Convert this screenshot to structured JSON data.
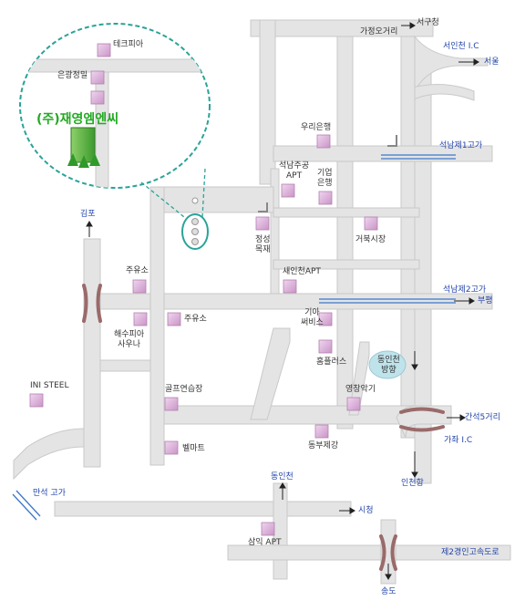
{
  "title": "(주)재영엠엔씨",
  "colors": {
    "road": "#e4e4e4",
    "road_edge": "#c8c8c8",
    "block_pink": "#dcaed9",
    "accent_teal": "#2aa398",
    "bridge": "#9a6a6a",
    "rail_blue": "#3b78c9",
    "label_blue": "#2244aa"
  },
  "labels": {
    "direction": {
      "gasan": "가정오거리",
      "seogu": "서구청",
      "seoin_ic": "서인천 I.C",
      "seoul": "서울",
      "seongnam1": "석남제1고가",
      "seongnam2": "석남제2고가",
      "bupyeong": "부평",
      "gimpo": "김포",
      "ganseok": "간석5거리",
      "gajwa_ic": "가좌 I.C",
      "incheonhang": "인천항",
      "dongincheon": "동인천",
      "sicheong": "시청",
      "expressway2": "제2경인고속도로",
      "songdo": "송도",
      "manseok": "만석 고가"
    },
    "places": {
      "techpia": "테크피아",
      "eungwang": "은광정밀",
      "uri_bank": "우리은행",
      "seoknam_apt_1": "석남주공",
      "seoknam_apt_2": "APT",
      "ibk_1": "기업",
      "ibk_2": "은행",
      "jeongseong_1": "정성",
      "jeongseong_2": "목재",
      "geobuk": "거북시장",
      "saeincheon": "새인천APT",
      "gas1": "주유소",
      "gas2": "주유소",
      "kia_1": "기아",
      "kia_2": "써비스",
      "haesu_1": "해수피아",
      "haesu_2": "사우나",
      "homeplus": "홈플러스",
      "dongincheon_bang_1": "동인천",
      "dongincheon_bang_2": "방향",
      "ini": "INI STEEL",
      "golf": "골프연습장",
      "yeongchang": "영창악기",
      "dongbu": "동부제강",
      "bellmart": "벨마트",
      "samik": "삼익 APT"
    }
  }
}
